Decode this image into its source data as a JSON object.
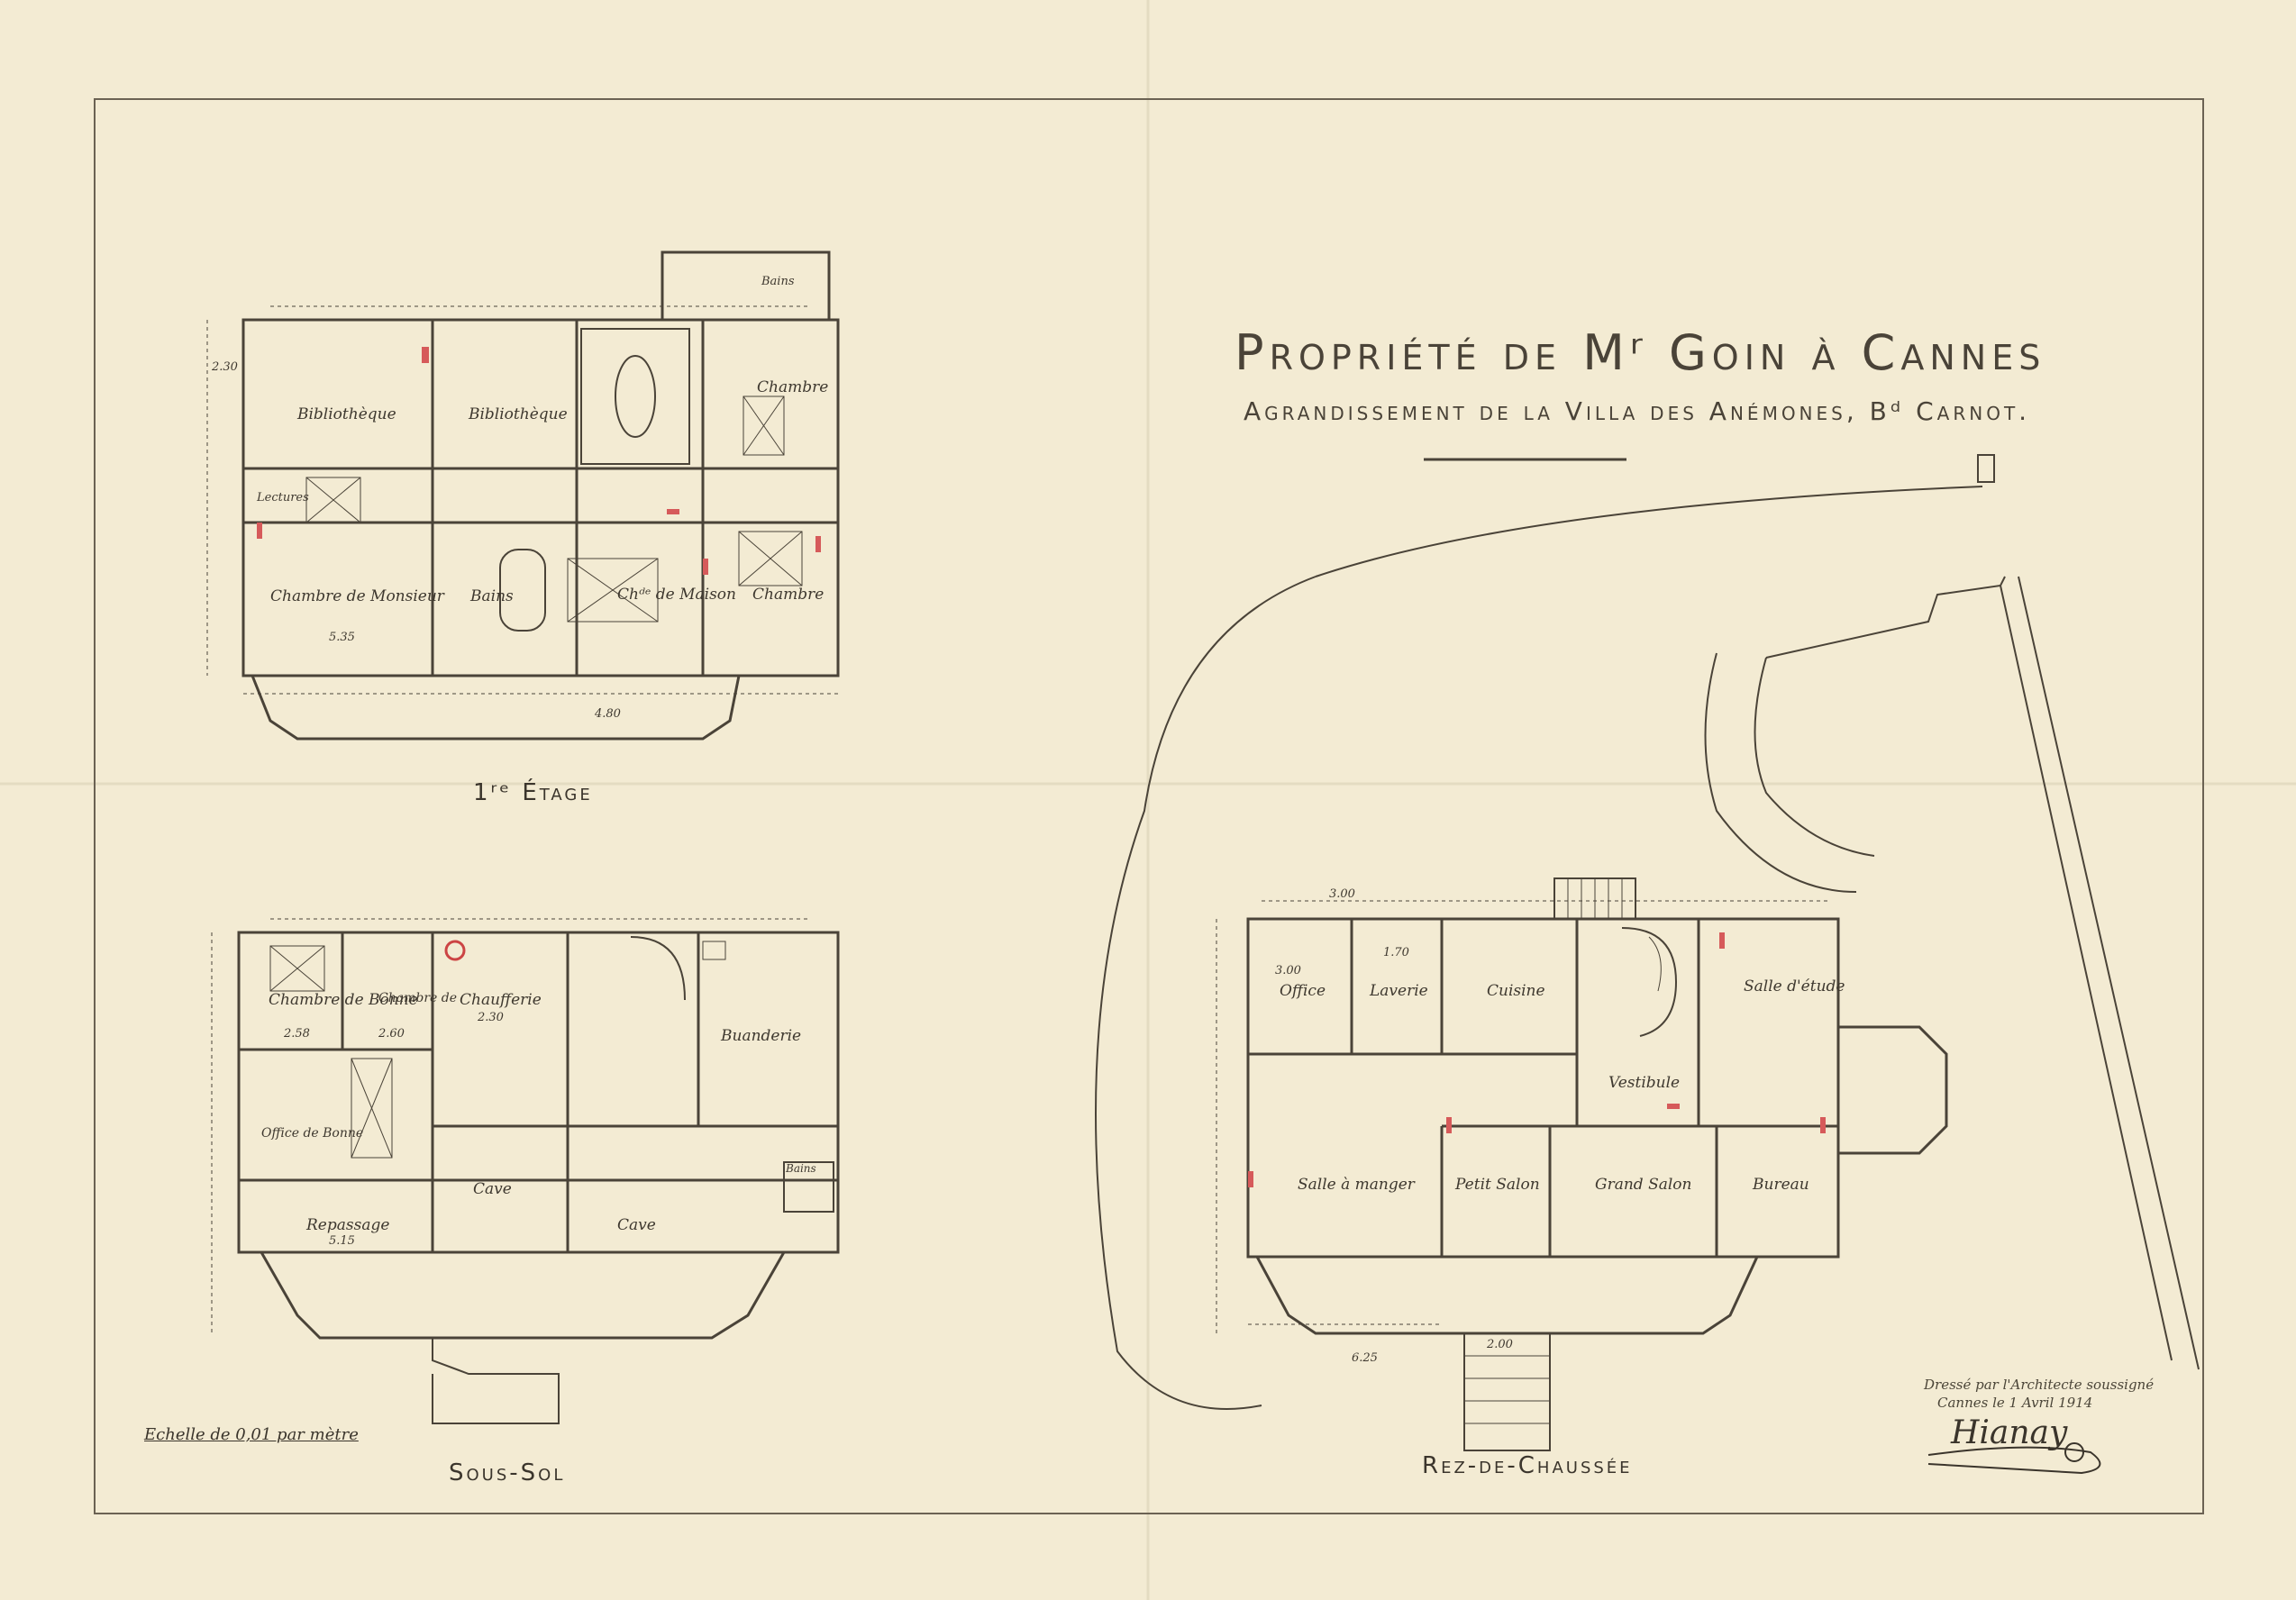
{
  "title": {
    "main": "Propriété de Mʳ Goin à Cannes",
    "sub": "Agrandissement de la Villa des Anémones, Bᵈ Carnot."
  },
  "plans": {
    "etage": {
      "title": "1ʳᵉ Étage",
      "rooms": [
        "Bibliothèque",
        "Bibliothèque",
        "Chambre",
        "Lectures",
        "Chambre de Monsieur",
        "Bains",
        "Chᵈᵉ de Maison",
        "Chambre",
        "Bains"
      ],
      "dims": [
        "5.35",
        "4.80",
        "2.30"
      ]
    },
    "soussol": {
      "title": "Sous-Sol",
      "rooms": [
        "Chambre de Bonne",
        "Chambre de",
        "Chaufferie",
        "Buanderie",
        "Office de Bonne",
        "Repassage",
        "Cave",
        "Cave",
        "Bains"
      ],
      "dims": [
        "2.58",
        "2.60",
        "2.30",
        "5.15"
      ]
    },
    "rdc": {
      "title": "Rez-de-Chaussée",
      "rooms": [
        "Office",
        "Laverie",
        "Cuisine",
        "Salle d'étude",
        "Vestibule",
        "Salle à manger",
        "Petit Salon",
        "Grand Salon",
        "Bureau"
      ],
      "dims": [
        "3.00",
        "3.00",
        "1.70",
        "2.00",
        "6.25"
      ]
    }
  },
  "scale": "Echelle de 0,01 par mètre",
  "signature": {
    "line1": "Dressé par l'Architecte soussigné",
    "line2": "Cannes le 1 Avril 1914",
    "name": "Hianay"
  },
  "colors": {
    "paper": "#f3ebd3",
    "ink": "#4a4338",
    "red": "#d65a5a"
  }
}
